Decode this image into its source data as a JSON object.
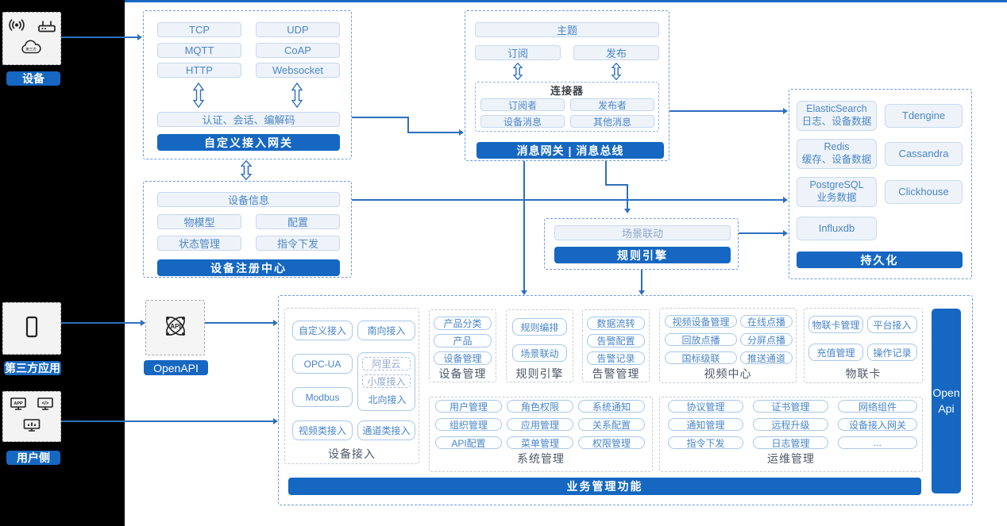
{
  "colors": {
    "accent": "#1567C1",
    "line": "#2E6FC0",
    "chip_text": "#4A86C8"
  },
  "left_rail": {
    "groups": [
      {
        "label": "设备",
        "cloud_text": "第三方"
      },
      {
        "label": "第三方应用"
      },
      {
        "label": "用户侧"
      }
    ],
    "monitor_icon_texts": {
      "app": "APP",
      "code": "</>"
    }
  },
  "gateway": {
    "title": "自定义接入网关",
    "protocols": [
      "TCP",
      "UDP",
      "MQTT",
      "CoAP",
      "HTTP",
      "Websocket"
    ],
    "middleware": "认证、会话、编解码"
  },
  "registry": {
    "title": "设备注册中心",
    "info": "设备信息",
    "items": [
      "物模型",
      "配置",
      "状态管理",
      "指令下发"
    ]
  },
  "message_bus": {
    "title": "消息网关 | 消息总线",
    "topic": "主题",
    "subscribe": "订阅",
    "publish": "发布",
    "connector": {
      "title": "连接器",
      "items": [
        "订阅者",
        "发布者",
        "设备消息",
        "其他消息"
      ]
    }
  },
  "persistence": {
    "title": "持久化",
    "stores": [
      {
        "name": "ElasticSearch",
        "desc": "日志、设备数据"
      },
      {
        "name": "Tdengine",
        "desc": ""
      },
      {
        "name": "Redis",
        "desc": "缓存、设备数据"
      },
      {
        "name": "Cassandra",
        "desc": ""
      },
      {
        "name": "PostgreSQL",
        "desc": "业务数据"
      },
      {
        "name": "Clickhouse",
        "desc": ""
      },
      {
        "name": "Influxdb",
        "desc": ""
      }
    ]
  },
  "rule_engine": {
    "title": "规则引擎",
    "item": "场景联动"
  },
  "openapi": {
    "label": "OpenAPI",
    "icon_text": "API"
  },
  "business": {
    "title": "业务管理功能",
    "open_api": "Open Api",
    "device_access": {
      "label": "设备接入",
      "items": [
        "自定义接入",
        "南向接入",
        "OPC-UA",
        "Modbus",
        "视频类接入",
        "通道类接入"
      ],
      "north": {
        "label": "北向接入",
        "items": [
          "阿里云",
          "小度接入"
        ]
      }
    },
    "device_mgmt": {
      "label": "设备管理",
      "items": [
        "产品分类",
        "产品",
        "设备管理"
      ]
    },
    "rule": {
      "label": "规则引擎",
      "items": [
        "规则编排",
        "场景联动"
      ]
    },
    "alarm": {
      "label": "告警管理",
      "items": [
        "数据流转",
        "告警配置",
        "告警记录"
      ]
    },
    "video": {
      "label": "视频中心",
      "items": [
        "视频设备管理",
        "在线点播",
        "回放点播",
        "分屏点播",
        "国标级联",
        "推送通道"
      ]
    },
    "iot_card": {
      "label": "物联卡",
      "items": [
        "物联卡管理",
        "平台接入",
        "充值管理",
        "操作记录"
      ]
    },
    "system": {
      "label": "系统管理",
      "items": [
        "用户管理",
        "角色权限",
        "系统通知",
        "组织管理",
        "应用管理",
        "关系配置",
        "API配置",
        "菜单管理",
        "权限管理"
      ]
    },
    "ops": {
      "label": "运维管理",
      "items": [
        "协议管理",
        "证书管理",
        "网络组件",
        "通知管理",
        "远程升级",
        "设备接入网关",
        "指令下发",
        "日志管理",
        "..."
      ]
    }
  }
}
